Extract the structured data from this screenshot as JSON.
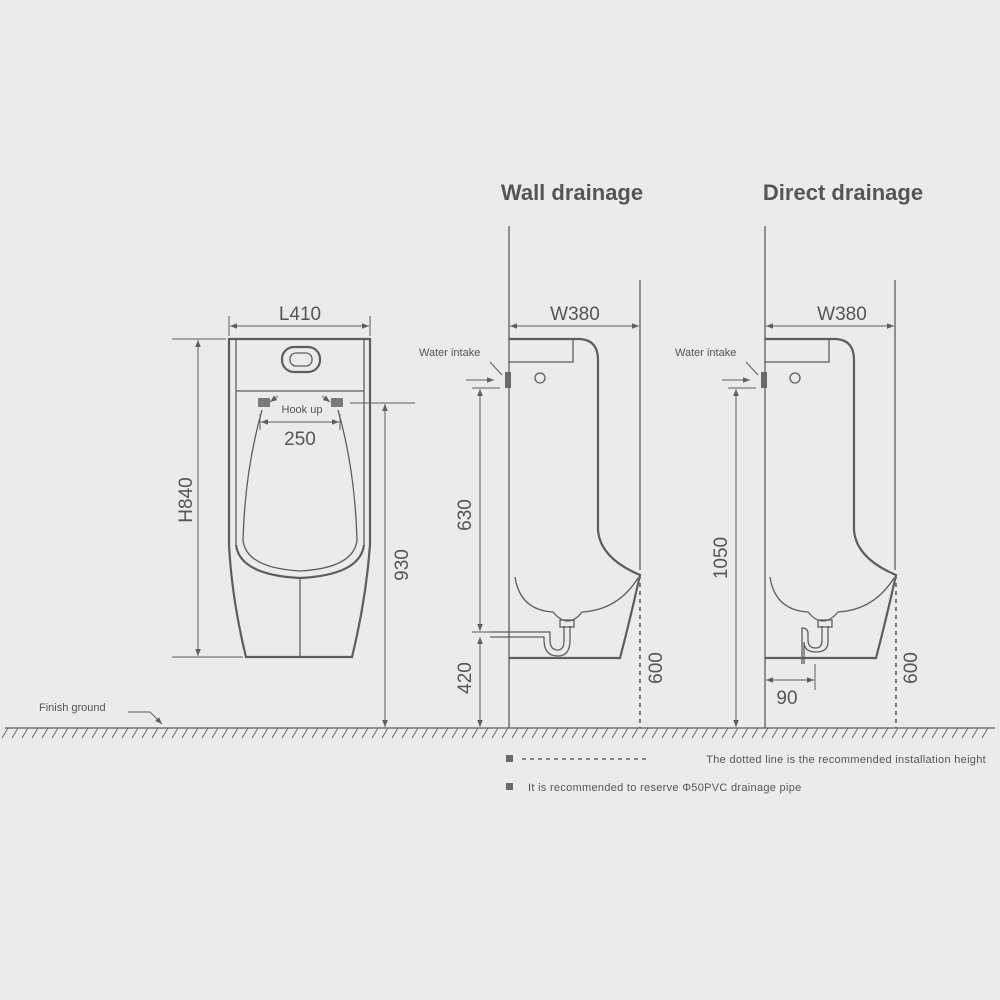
{
  "titles": {
    "wall": "Wall drainage",
    "direct": "Direct drainage"
  },
  "front": {
    "length": "L410",
    "height": "H840",
    "hook_label": "Hook up",
    "hook_span": "250",
    "install_height": "930"
  },
  "wall": {
    "width": "W380",
    "water_intake": "Water intake",
    "upper": "630",
    "lower": "420",
    "rec_height": "600"
  },
  "direct": {
    "width": "W380",
    "water_intake": "Water intake",
    "height": "1050",
    "offset": "90",
    "rec_height": "600"
  },
  "ground_label": "Finish ground",
  "notes": [
    "The dotted line is the recommended installation height",
    "It is recommended to reserve Φ50PVC drainage pipe"
  ]
}
